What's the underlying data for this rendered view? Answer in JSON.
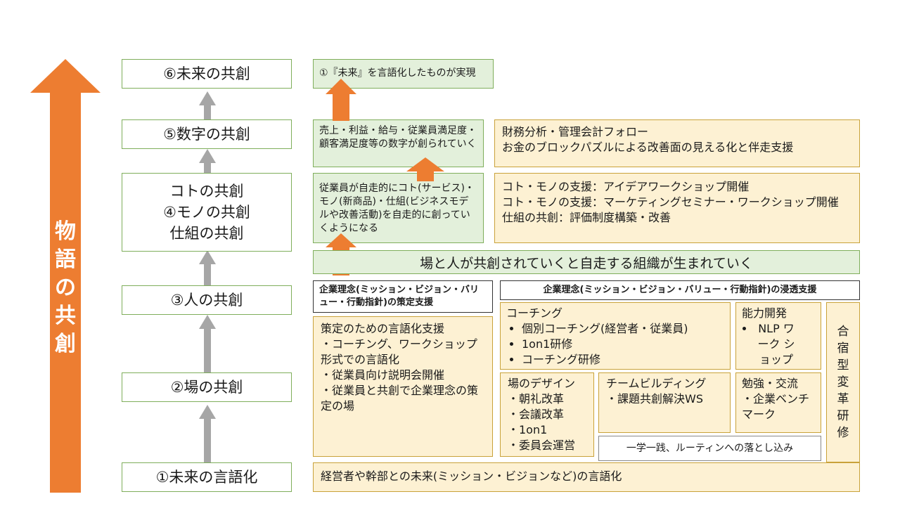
{
  "big_arrow_label": "物語の共創",
  "steps": {
    "s6": "⑥未来の共創",
    "s5": "⑤数字の共創",
    "s4_lines": [
      "コトの共創",
      "④モノの共創",
      "仕組の共創"
    ],
    "s3": "③人の共創",
    "s2": "②場の共創",
    "s1": "①未来の言語化"
  },
  "outcomes": {
    "o6": "①『未来』を言語化したものが実現",
    "o5": "売上・利益・給与・従業員満足度・顧客満足度等の数字が創られていく",
    "o4": "従業員が自走的にコト(サービス)・モノ(新商品)・仕組(ビジネスモデルや改善活動)を自走的に創っていくようになる"
  },
  "support5": [
    "財務分析・管理会計フォロー",
    "お金のブロックパズルによる改善面の見える化と伴走支援"
  ],
  "support4": [
    "コト・モノの支援：アイデアワークショップ開催",
    "コト・モノの支援：マーケティングセミナー・ワークショップ開催",
    "仕組の共創：評価制度構築・改善"
  ],
  "banner": "場と人が共創されていくと自走する組織が生まれていく",
  "policy_header": "企業理念(ミッション・ビジョン・バリュー・行動指針)の策定支援",
  "policy_body": [
    "策定のための言語化支援",
    "・コーチング、ワークショップ形式での言語化",
    "・従業員向け説明会開催",
    "・従業員と共創で企業理念の策定の場"
  ],
  "penetration_header": "企業理念(ミッション・ビジョン・バリュー・行動指針)の浸透支援",
  "coaching": {
    "title": "コーチング",
    "items": [
      "個別コーチング(経営者・従業員)",
      "1on1研修",
      "コーチング研修"
    ]
  },
  "ability": {
    "title": "能力開発",
    "items": [
      "NLP ワーク ショップ"
    ]
  },
  "camp": "合宿型変革研修",
  "place_design": {
    "title": "場のデザイン",
    "items": [
      "・朝礼改革",
      "・会議改革",
      "・1on1",
      "・委員会運営"
    ]
  },
  "team_building": {
    "title": "チームビルディング",
    "items": [
      "・課題共創解決WS"
    ]
  },
  "study": {
    "title": "勉強・交流",
    "items": [
      "・企業ベンチマーク"
    ]
  },
  "routine": "一学一践、ルーティンへの落とし込み",
  "bottom": "経営者や幹部との未来(ミッション・ビジョンなど)の言語化",
  "colors": {
    "orange": "#ed7d31",
    "gray_arrow": "#a6a6a6",
    "green_fill": "#e3f0db",
    "yellow_fill": "#fdf1d3",
    "green_border": "#7fae5b"
  }
}
